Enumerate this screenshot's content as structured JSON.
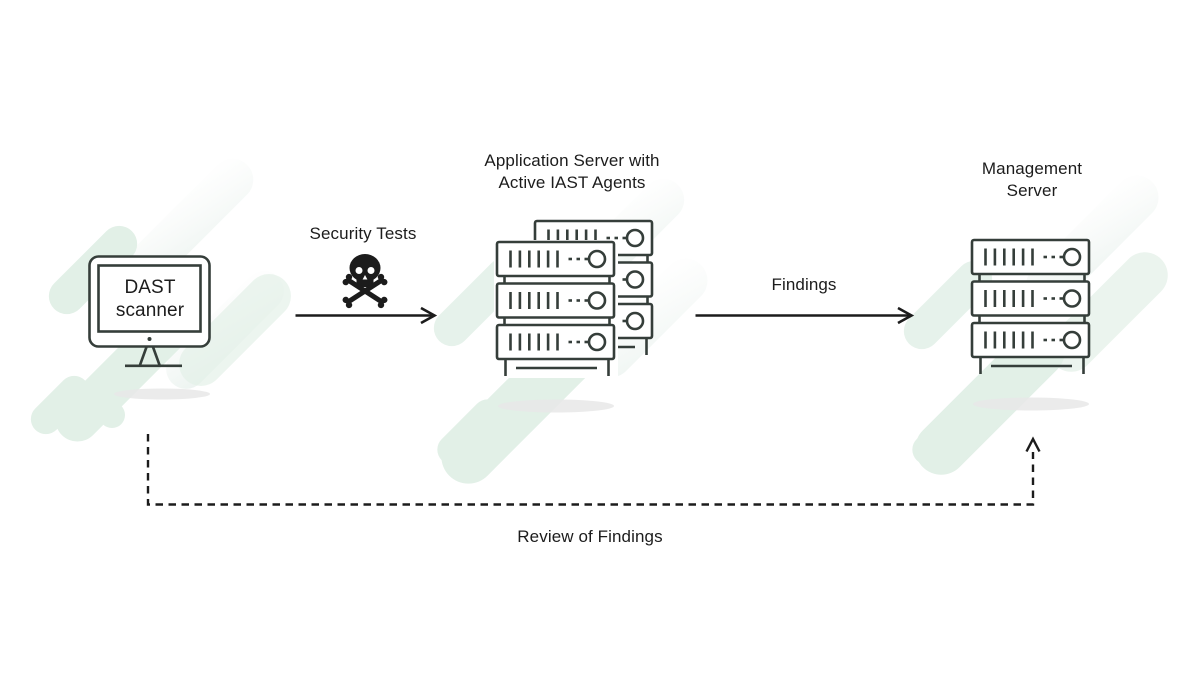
{
  "diagram_title": "",
  "nodes": {
    "dast_scanner": {
      "line1": "DAST",
      "line2": "scanner",
      "icon": "monitor-icon"
    },
    "application_server": {
      "line1": "Application Server with",
      "line2": "Active IAST Agents",
      "icon": "server-stack-double-icon"
    },
    "management_server": {
      "line1": "Management",
      "line2": "Server",
      "icon": "server-stack-icon"
    }
  },
  "flows": {
    "security_tests": {
      "label": "Security Tests",
      "icon": "skull-crossbones-icon",
      "style": "solid-arrow",
      "from": "dast_scanner",
      "to": "application_server"
    },
    "findings": {
      "label": "Findings",
      "style": "solid-arrow",
      "from": "application_server",
      "to": "management_server"
    },
    "review_of_findings": {
      "label": "Review of Findings",
      "style": "dashed-arrow",
      "from": "dast_scanner",
      "to": "management_server"
    }
  },
  "colors": {
    "background": "#ffffff",
    "outline": "#353e3a",
    "ink": "#1c1c1c",
    "mint": "#e2f0e7",
    "mint_soft": "#ecf5f0",
    "shadow": "#e8e8e8"
  }
}
